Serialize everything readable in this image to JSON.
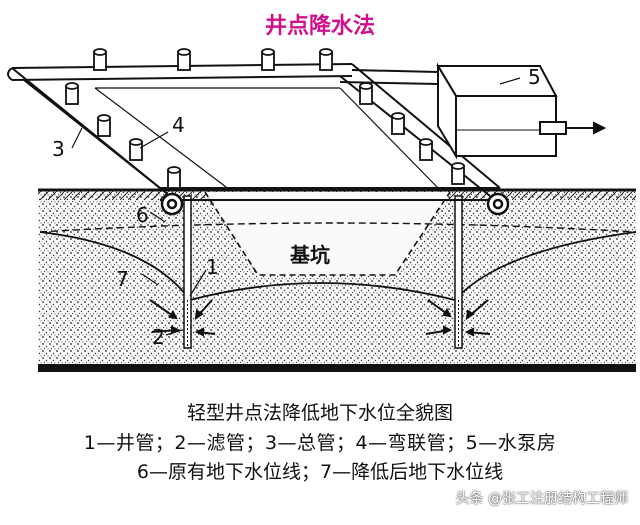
{
  "title": "井点降水法",
  "diagram": {
    "labels": {
      "n1": "1",
      "n2": "2",
      "n3": "3",
      "n4": "4",
      "n5": "5",
      "n6": "6",
      "n7": "7",
      "pit": "基坑"
    }
  },
  "caption": {
    "heading": "轻型井点法降低地下水位全貌图",
    "line1": "1—井管；2—滤管；3—总管；4—弯联管；5—水泵房",
    "line2": "6—原有地下水位线；7—降低后地下水位线"
  },
  "watermark": "头条 @张工注册结构工程师"
}
